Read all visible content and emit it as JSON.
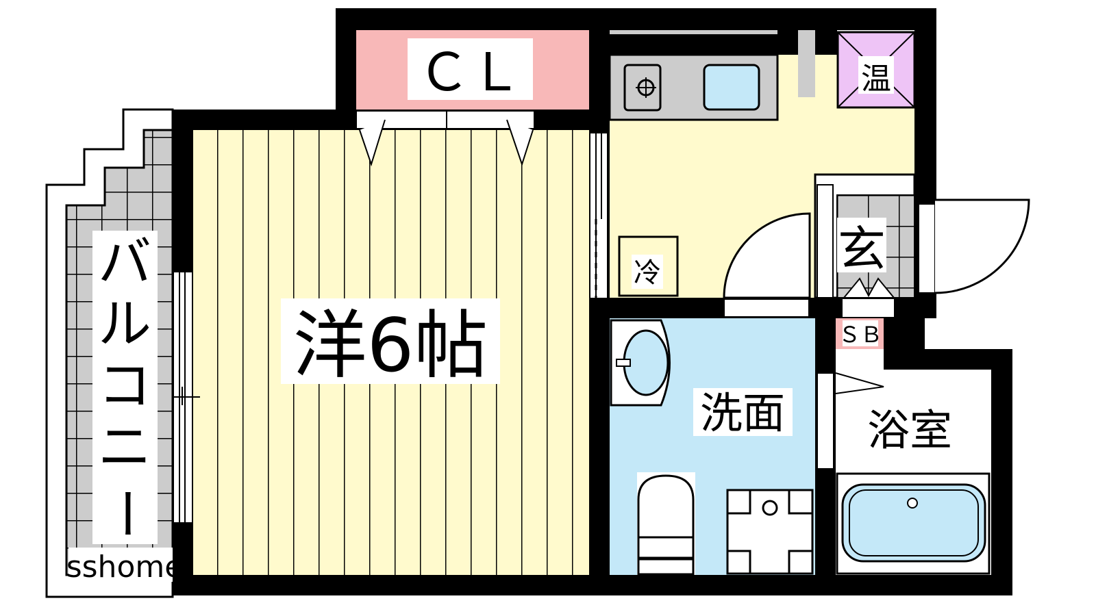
{
  "floorplan": {
    "rooms": {
      "western_room": "洋6帖",
      "closet": "ＣＬ",
      "water_heater": "温",
      "fridge": "冷",
      "entrance": "玄",
      "shoe_box": "ＳＢ",
      "washroom": "洗面",
      "bathroom": "浴室",
      "balcony": [
        "バ",
        "ル",
        "コ",
        "ニ",
        "ー"
      ]
    },
    "watermark": "sshome",
    "colors": {
      "wall": "#000000",
      "room_floor": "#fffacd",
      "closet": "#f8b8b8",
      "water_heater": "#eec4f6",
      "washroom": "#c4e8f8",
      "tile": "#cccccc"
    }
  }
}
